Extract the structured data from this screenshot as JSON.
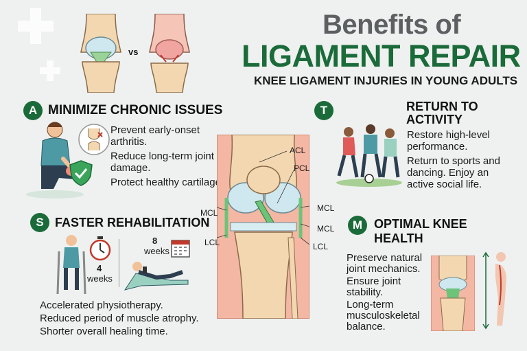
{
  "header": {
    "title_line1": "Benefits of",
    "title_line2": "LIGAMENT REPAIR",
    "subtitle": "KNEE LIGAMENT INJURIES IN YOUNG ADULTS",
    "vs_label": "vs"
  },
  "sections": {
    "chronic": {
      "badge": "A",
      "heading": "MINIMIZE CHRONIC ISSUES",
      "lines": [
        "Prevent early-onset arthritis.",
        "Reduce long-term joint damage.",
        "Protect healthy cartilage"
      ]
    },
    "activity": {
      "badge": "T",
      "heading_line1": "RETURN TO",
      "heading_line2": "ACTIVITY",
      "lines": [
        "Restore high-level performance.",
        "Return to sports and dancing. Enjoy an active social life."
      ]
    },
    "rehab": {
      "badge": "S",
      "heading": "FASTER REHABILITATION",
      "weeks_4": "4",
      "weeks_4_label": "weeks",
      "weeks_8": "8",
      "weeks_8_label": "weeks",
      "lines": [
        "Accelerated physiotherapy.",
        "Reduced period of muscle atrophy.",
        "Shorter overall healing time."
      ]
    },
    "health": {
      "badge": "M",
      "heading_line1": "OPTIMAL KNEE",
      "heading_line2": "HEALTH",
      "lines": [
        "Preserve natural joint mechanics.",
        "Ensure joint stability.",
        "Long-term musculoskeletal balance."
      ]
    }
  },
  "knee_labels": {
    "acl": "ACL",
    "pcl": "PCL",
    "mcl_left": "MCL",
    "lcl_left": "LCL",
    "mcl_right1": "MCL",
    "mcl_right2": "MCL",
    "lcl_right": "LCL"
  },
  "colors": {
    "brand_green": "#1b6b3a",
    "title_gray": "#5d6063",
    "ligament_green": "#6cc47a",
    "bone": "#f2d7b0",
    "skin": "#f4b7a3"
  }
}
